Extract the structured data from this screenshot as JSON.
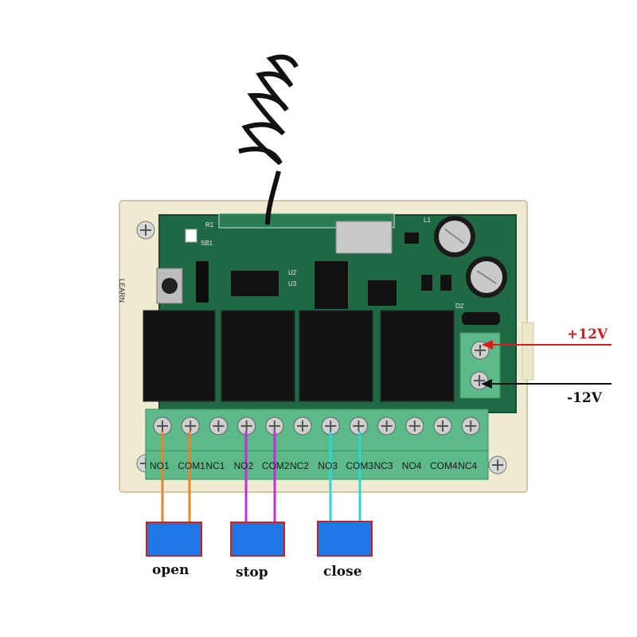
{
  "labels": {
    "plus12v": "+12V",
    "minus12v": "-12V",
    "open": "open",
    "stop": "stop",
    "close": "close"
  },
  "terminals": [
    "NO1",
    "COM1",
    "NC1",
    "NO2",
    "COM2",
    "NC2",
    "NO3",
    "COM3",
    "NC3",
    "NO4",
    "COM4",
    "NC4"
  ],
  "board_silkscreen": {
    "learn": "LEARN",
    "r1": "R1",
    "sb1": "SB1",
    "u2": "U2",
    "u3": "U3",
    "d2": "D2",
    "l1": "L1"
  },
  "colors": {
    "board_green": "#1f6a44",
    "case_beige": "#f0ead0",
    "terminal_green": "#5bb98a",
    "wire_open": "#e8852c",
    "wire_stop": "#c42fd8",
    "wire_close": "#2fd6d6",
    "block_blue": "#1f77e6",
    "block_border": "#d02020",
    "arrow_pos": "#d81b1b",
    "arrow_neg": "#111111"
  }
}
